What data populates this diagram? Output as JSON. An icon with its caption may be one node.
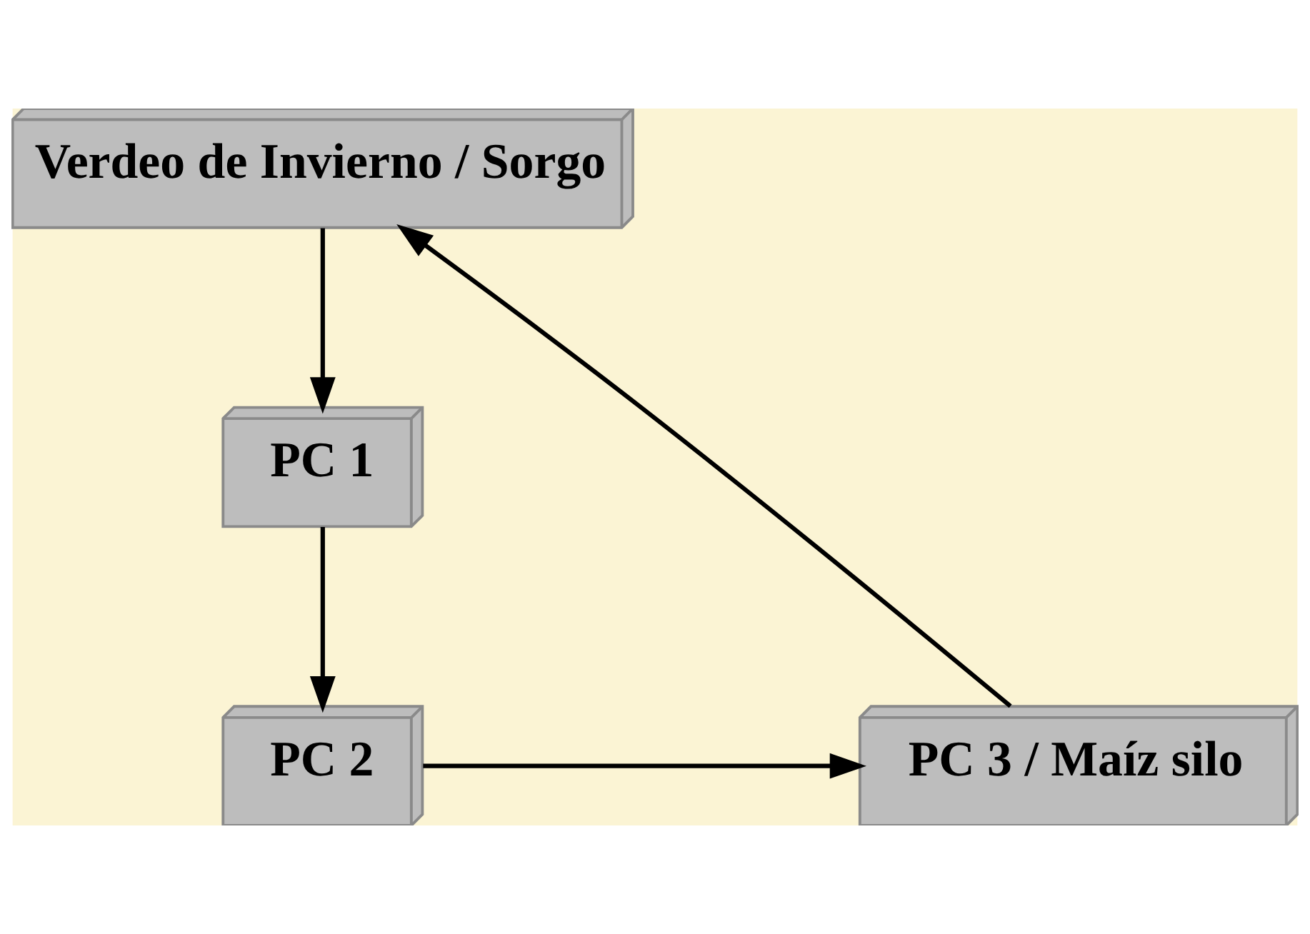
{
  "diagram": {
    "nodes": [
      {
        "text": [
          "Verdeo de Invierno / Sorgo"
        ]
      },
      {
        "text": [
          "PC 1"
        ]
      },
      {
        "text": [
          "PC 2"
        ]
      },
      {
        "text": [
          "PC 3 / Maíz silo"
        ]
      }
    ],
    "edges": [
      {
        "from": 0,
        "to": 1,
        "arrow": "to"
      },
      {
        "from": 1,
        "to": 2,
        "arrow": "to"
      },
      {
        "from": 2,
        "to": 3,
        "arrow": "to"
      },
      {
        "from": 3,
        "to": 0,
        "arrow": "to"
      }
    ]
  }
}
